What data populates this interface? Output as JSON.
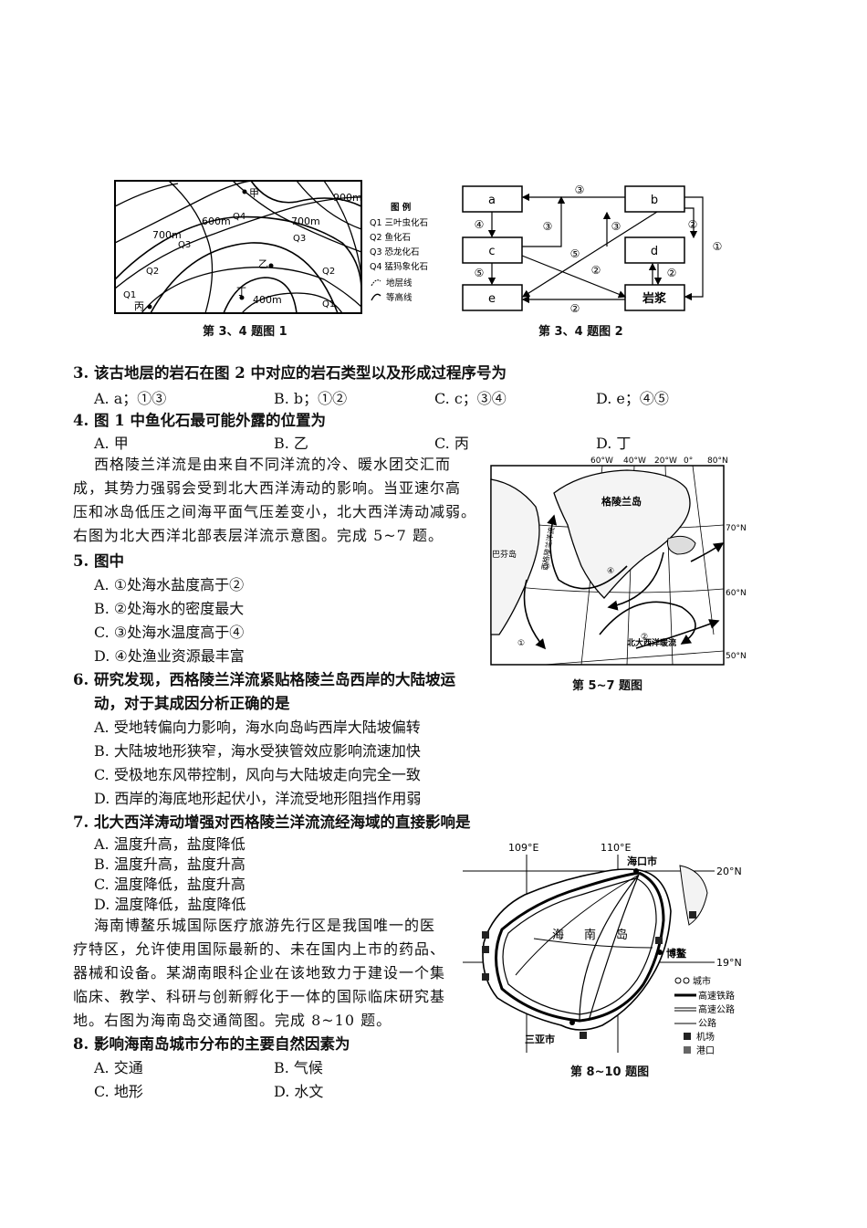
{
  "fig1": {
    "caption": "第 3、4 题图 1",
    "labels": {
      "jia": "甲",
      "yi": "乙",
      "bing": "丙",
      "ding": "丁",
      "c900": "900m",
      "c700a": "700m",
      "c600": "600m",
      "c700b": "700m",
      "c400": "400m",
      "q1a": "Q1",
      "q1b": "Q1",
      "q2a": "Q2",
      "q2b": "Q2",
      "q3a": "Q3",
      "q3b": "Q3",
      "q4": "Q4"
    },
    "legend": {
      "title": "图 例",
      "items": [
        "Q1 三叶虫化石",
        "Q2 鱼化石",
        "Q3 恐龙化石",
        "Q4 猛犸象化石",
        "地层线",
        "等高线"
      ]
    }
  },
  "fig2": {
    "caption": "第 3、4 题图 2",
    "nodes": {
      "a": "a",
      "b": "b",
      "c": "c",
      "d": "d",
      "e": "e",
      "magma": "岩浆"
    },
    "arrows": [
      "③",
      "④",
      "③",
      "③",
      "⑤",
      "⑤",
      "②",
      "②",
      "②",
      "②",
      "①"
    ]
  },
  "q3": {
    "stem": "3. 该古地层的岩石在图 2 中对应的岩石类型以及形成过程序号为",
    "options": [
      "A. a；①③",
      "B. b；①②",
      "C. c；③④",
      "D. e；④⑤"
    ]
  },
  "q4": {
    "stem": "4. 图 1 中鱼化石最可能外露的位置为",
    "options": [
      "A. 甲",
      "B. 乙",
      "C. 丙",
      "D. 丁"
    ]
  },
  "passage1": [
    "西格陵兰洋流是由来自不同洋流的冷、暖水团交汇而",
    "成，其势力强弱会受到北大西洋涛动的影响。当亚速尔高",
    "压和冰岛低压之间海平面气压差变小，北大西洋涛动减弱。",
    "右图为北大西洋北部表层洋流示意图。完成 5~7 题。"
  ],
  "fig3": {
    "caption": "第 5~7 题图",
    "lon": [
      "60°W",
      "40°W",
      "20°W",
      "0°",
      "80°N"
    ],
    "lat": [
      "70°N",
      "60°N",
      "50°N"
    ],
    "greenland": "格陵兰岛",
    "baffin": "巴芬岛",
    "current": "西格陵兰洋流",
    "nac": "北大西洋暖流",
    "marks": [
      "①",
      "②",
      "③",
      "④"
    ]
  },
  "q5": {
    "stem": "5. 图中",
    "options": [
      "A. ①处海水盐度高于②",
      "B. ②处海水的密度最大",
      "C. ③处海水温度高于④",
      "D. ④处渔业资源最丰富"
    ]
  },
  "q6": {
    "stem1": "6. 研究发现，西格陵兰洋流紧贴格陵兰岛西岸的大陆坡运",
    "stem2": "动，对于其成因分析正确的是",
    "options": [
      "A. 受地转偏向力影响，海水向岛屿西岸大陆坡偏转",
      "B. 大陆坡地形狭窄，海水受狭管效应影响流速加快",
      "C. 受极地东风带控制，风向与大陆坡走向完全一致",
      "D. 西岸的海底地形起伏小，洋流受地形阻挡作用弱"
    ]
  },
  "q7": {
    "stem": "7. 北大西洋涛动增强对西格陵兰洋流流经海域的直接影响是",
    "options": [
      "A. 温度升高，盐度降低",
      "B. 温度升高，盐度升高",
      "C. 温度降低，盐度升高",
      "D. 温度降低，盐度降低"
    ]
  },
  "passage2": [
    "海南博鳌乐城国际医疗旅游先行区是我国唯一的医",
    "疗特区，允许使用国际最新的、未在国内上市的药品、",
    "器械和设备。某湖南眼科企业在该地致力于建设一个集",
    "临床、教学、科研与创新孵化于一体的国际临床研究基",
    "地。右图为海南岛交通简图。完成 8~10 题。"
  ],
  "fig4": {
    "caption": "第 8~10 题图",
    "lon": [
      "109°E",
      "110°E"
    ],
    "lat": [
      "20°N",
      "19°N"
    ],
    "haikou": "海口市",
    "sanya": "三亚市",
    "boao": "博鳌",
    "island": [
      "海",
      "南",
      "岛"
    ],
    "legend": [
      "城市",
      "高速铁路",
      "高速公路",
      "公路",
      "机场",
      "港口"
    ]
  },
  "q8": {
    "stem": "8. 影响海南岛城市分布的主要自然因素为",
    "options": [
      "A. 交通",
      "B. 气候",
      "C. 地形",
      "D. 水文"
    ]
  }
}
